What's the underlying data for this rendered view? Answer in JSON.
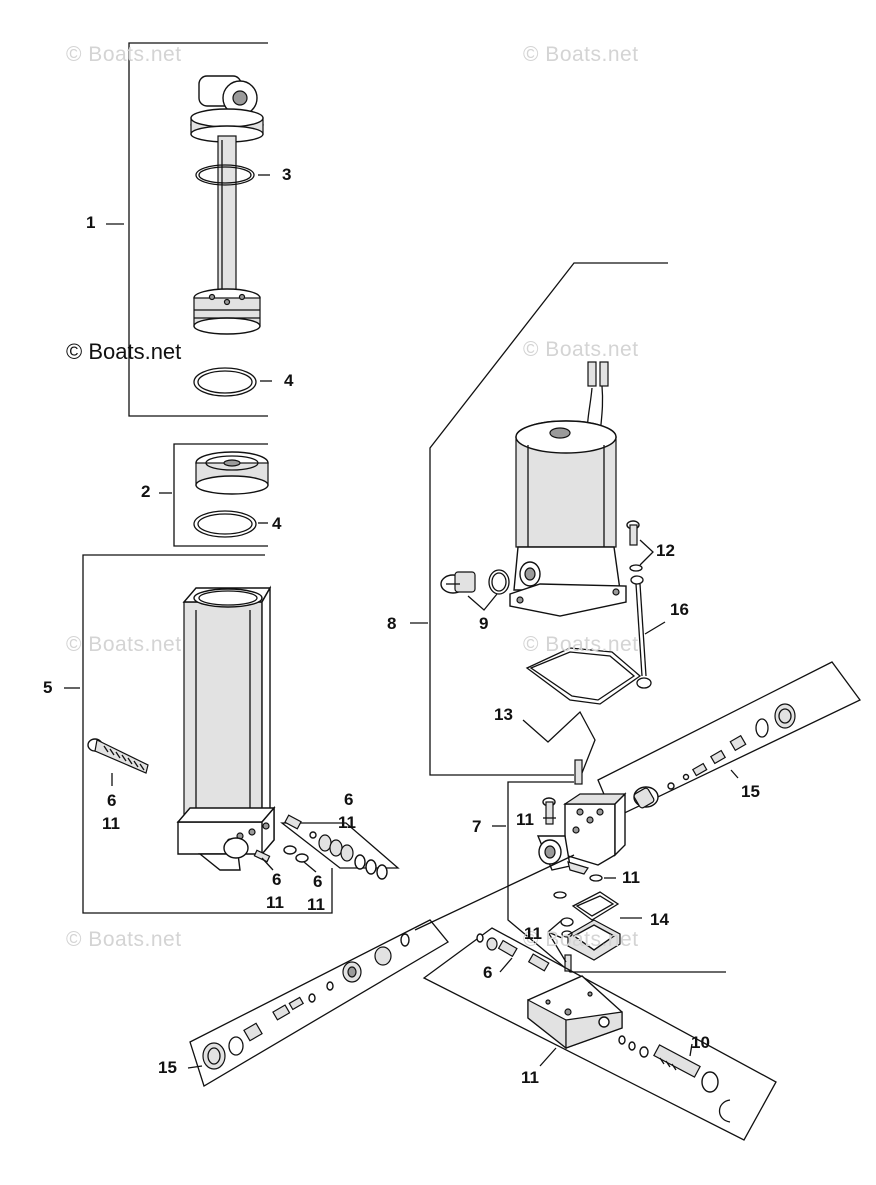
{
  "watermarks": {
    "text": "© Boats.net",
    "main": "© Boats.net"
  },
  "callouts": [
    {
      "id": "c1",
      "label": "1"
    },
    {
      "id": "c3",
      "label": "3"
    },
    {
      "id": "c4a",
      "label": "4"
    },
    {
      "id": "c2",
      "label": "2"
    },
    {
      "id": "c4b",
      "label": "4"
    },
    {
      "id": "c5",
      "label": "5"
    },
    {
      "id": "c6a",
      "label": "6"
    },
    {
      "id": "c11a",
      "label": "11"
    },
    {
      "id": "c6b",
      "label": "6"
    },
    {
      "id": "c11b",
      "label": "11"
    },
    {
      "id": "c6c",
      "label": "6"
    },
    {
      "id": "c11c",
      "label": "11"
    },
    {
      "id": "c6d",
      "label": "6"
    },
    {
      "id": "c11d",
      "label": "11"
    },
    {
      "id": "c8",
      "label": "8"
    },
    {
      "id": "c9",
      "label": "9"
    },
    {
      "id": "c12",
      "label": "12"
    },
    {
      "id": "c16",
      "label": "16"
    },
    {
      "id": "c13",
      "label": "13"
    },
    {
      "id": "c15a",
      "label": "15"
    },
    {
      "id": "c7",
      "label": "7"
    },
    {
      "id": "c11e",
      "label": "11"
    },
    {
      "id": "c11f",
      "label": "11"
    },
    {
      "id": "c14",
      "label": "14"
    },
    {
      "id": "c11g",
      "label": "11"
    },
    {
      "id": "c6e",
      "label": "6"
    },
    {
      "id": "c10",
      "label": "10"
    },
    {
      "id": "c15b",
      "label": "15"
    },
    {
      "id": "c11h",
      "label": "11"
    }
  ]
}
